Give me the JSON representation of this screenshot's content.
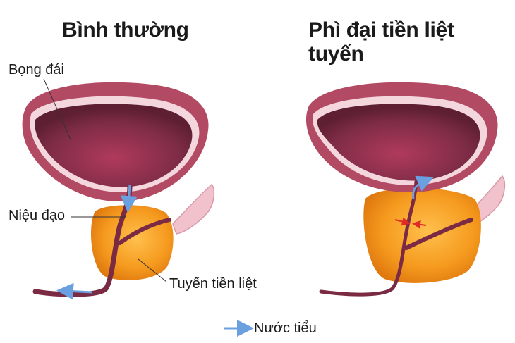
{
  "titles": {
    "normal": "Bình thường",
    "enlarged": "Phì đại tiền liệt tuyến"
  },
  "labels": {
    "bladder": "Bọng đái",
    "urethra": "Niệu đạo",
    "prostate": "Tuyến tiền liệt"
  },
  "legend": {
    "urine": "Nước tiểu"
  },
  "colors": {
    "bladder_outer": "#b24a63",
    "bladder_inner": "#7a2a42",
    "prostate": "#f59a1e",
    "urine_arrow": "#6a9fe0",
    "compression_arrow": "#e02a2a",
    "seminal_vesicle": "#f2c2cc"
  }
}
